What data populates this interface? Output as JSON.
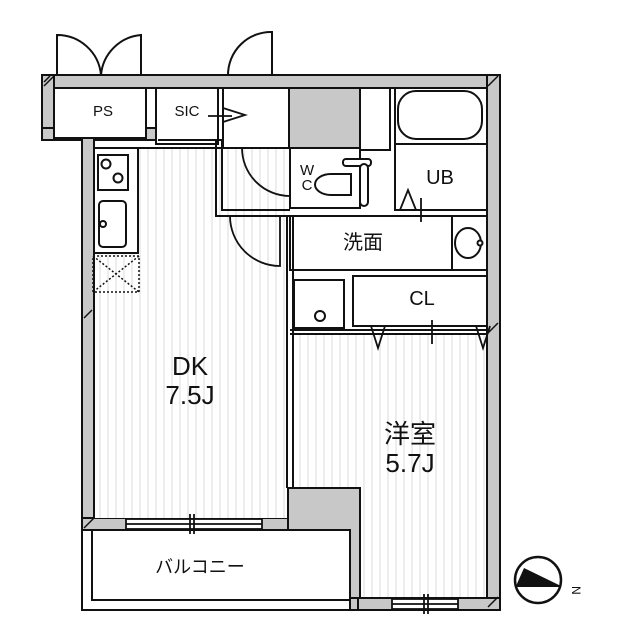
{
  "floor_plan": {
    "rooms": [
      {
        "id": "ps",
        "label": "PS"
      },
      {
        "id": "sic",
        "label": "SIC"
      },
      {
        "id": "wc",
        "label_line1": "W",
        "label_line2": "C"
      },
      {
        "id": "ub",
        "label": "UB"
      },
      {
        "id": "washroom",
        "label": "洗面"
      },
      {
        "id": "closet",
        "label": "CL"
      },
      {
        "id": "dk",
        "label": "DK",
        "size": "7.5J"
      },
      {
        "id": "bedroom",
        "label": "洋室",
        "size": "5.7J"
      },
      {
        "id": "balcony",
        "label": "バルコニー"
      }
    ],
    "compass": {
      "direction_label": "N",
      "icon": "north-arrow-icon"
    },
    "colors": {
      "wall": "#c8c8c8",
      "line": "#111111",
      "floor_stripe": "#e6e6e6",
      "background": "#ffffff"
    }
  }
}
